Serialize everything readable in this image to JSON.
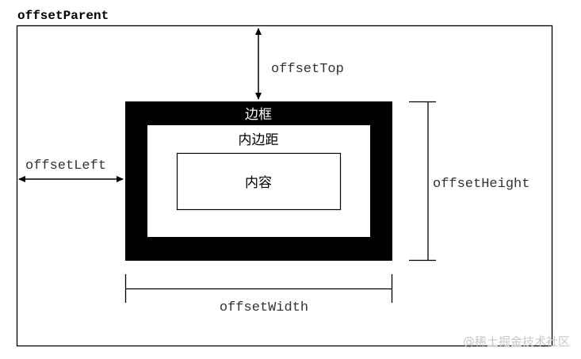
{
  "labels": {
    "offset_parent": "offsetParent",
    "offset_top": "offsetTop",
    "offset_left": "offsetLeft",
    "offset_height": "offsetHeight",
    "offset_width": "offsetWidth",
    "border": "边框",
    "padding": "内边距",
    "content": "内容"
  },
  "watermark": "@稀土掘金技术社区",
  "colors": {
    "border_fill": "#000000",
    "line": "#000000",
    "watermark": "#c8c8c8",
    "background": "#ffffff"
  }
}
